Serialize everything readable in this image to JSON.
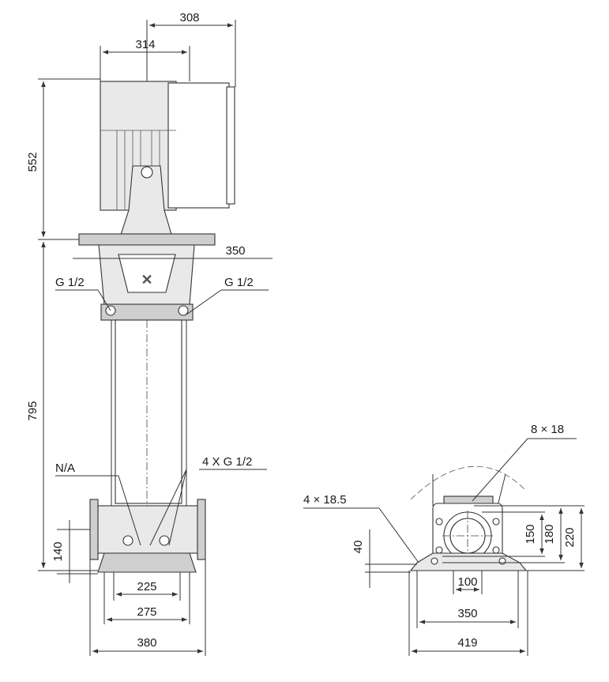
{
  "dimensions": {
    "motor_height": "552",
    "pump_height": "795",
    "motor_width": "314",
    "motor_offset": "308",
    "flange_height_right": "350",
    "inlet_height": "140",
    "width_225": "225",
    "width_275": "275",
    "width_380": "380",
    "height_40": "40",
    "flange_100": "100",
    "side_150": "150",
    "side_180": "180",
    "side_220": "220",
    "base_350": "350",
    "base_419": "419"
  },
  "callouts": {
    "g_left": "G 1/2",
    "g_right": "G 1/2",
    "na": "N/A",
    "four_g": "4 X G 1/2",
    "holes_8": "8 × 18",
    "holes_4": "4 × 18.5"
  }
}
